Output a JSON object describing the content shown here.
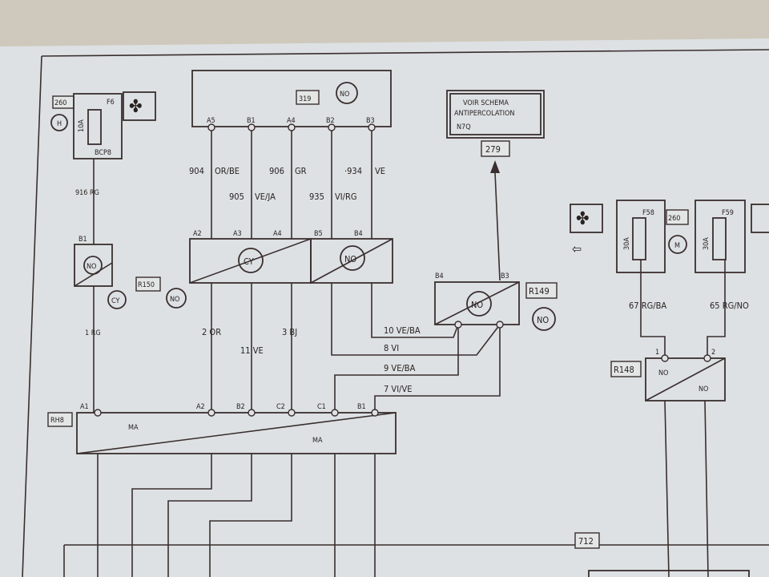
{
  "top_module": {
    "ref": "319",
    "code": "NO",
    "pins": [
      "A5",
      "B1",
      "A4",
      "B2",
      "B3"
    ]
  },
  "wires_upper": [
    {
      "num": "904",
      "color": "OR/BE"
    },
    {
      "num": "905",
      "color": "VE/JA"
    },
    {
      "num": "906",
      "color": "GR"
    },
    {
      "num": "935",
      "color": "VI/RG"
    },
    {
      "num": "·934",
      "color": "VE"
    }
  ],
  "mid_connector": {
    "pins": [
      "A2",
      "A3",
      "A4",
      "B5",
      "B4"
    ],
    "left_code": "CY",
    "right_code": "NO"
  },
  "left_fuse": {
    "ref": "260",
    "circle": "H",
    "fuse": "F6",
    "rating": "10A",
    "box": "BCP8",
    "wire": "916 RG",
    "pin": "B1",
    "code": "NO",
    "cy": "CY",
    "relay": "R150",
    "no": "NO",
    "wire_low": "1 RG",
    "pin_low": "A1"
  },
  "wires_lower": {
    "w2": "2 OR",
    "w11": "11 VE",
    "w3": "3 BJ",
    "w10": "10 VE/BA",
    "w8": "8 VI",
    "w9": "9 VE/BA",
    "w7": "7 VI/VE"
  },
  "r149": {
    "ref": "R149",
    "code": "NO",
    "circle": "NO",
    "pins": [
      "B4",
      "B3"
    ]
  },
  "voir": {
    "line1": "VOIR SCHEMA",
    "line2": "ANTIPERCOLATION",
    "line3": "N7Q",
    "ref": "279"
  },
  "bottom_connector": {
    "ref": "RH8",
    "left": "MA",
    "right": "MA",
    "pins": [
      "A1",
      "A2",
      "B2",
      "C2",
      "C1",
      "B1"
    ]
  },
  "right_group": {
    "fuse1": "F58",
    "fuse2": "F59",
    "rating1": "30A",
    "rating2": "30A",
    "ref": "260",
    "circle": "M",
    "wire1": "67 RG/BA",
    "wire2": "65 RG/NO",
    "relay": "R148",
    "pin1": "1",
    "pin2": "2",
    "code1": "NO",
    "code2": "NO"
  },
  "footer_ref": "712"
}
